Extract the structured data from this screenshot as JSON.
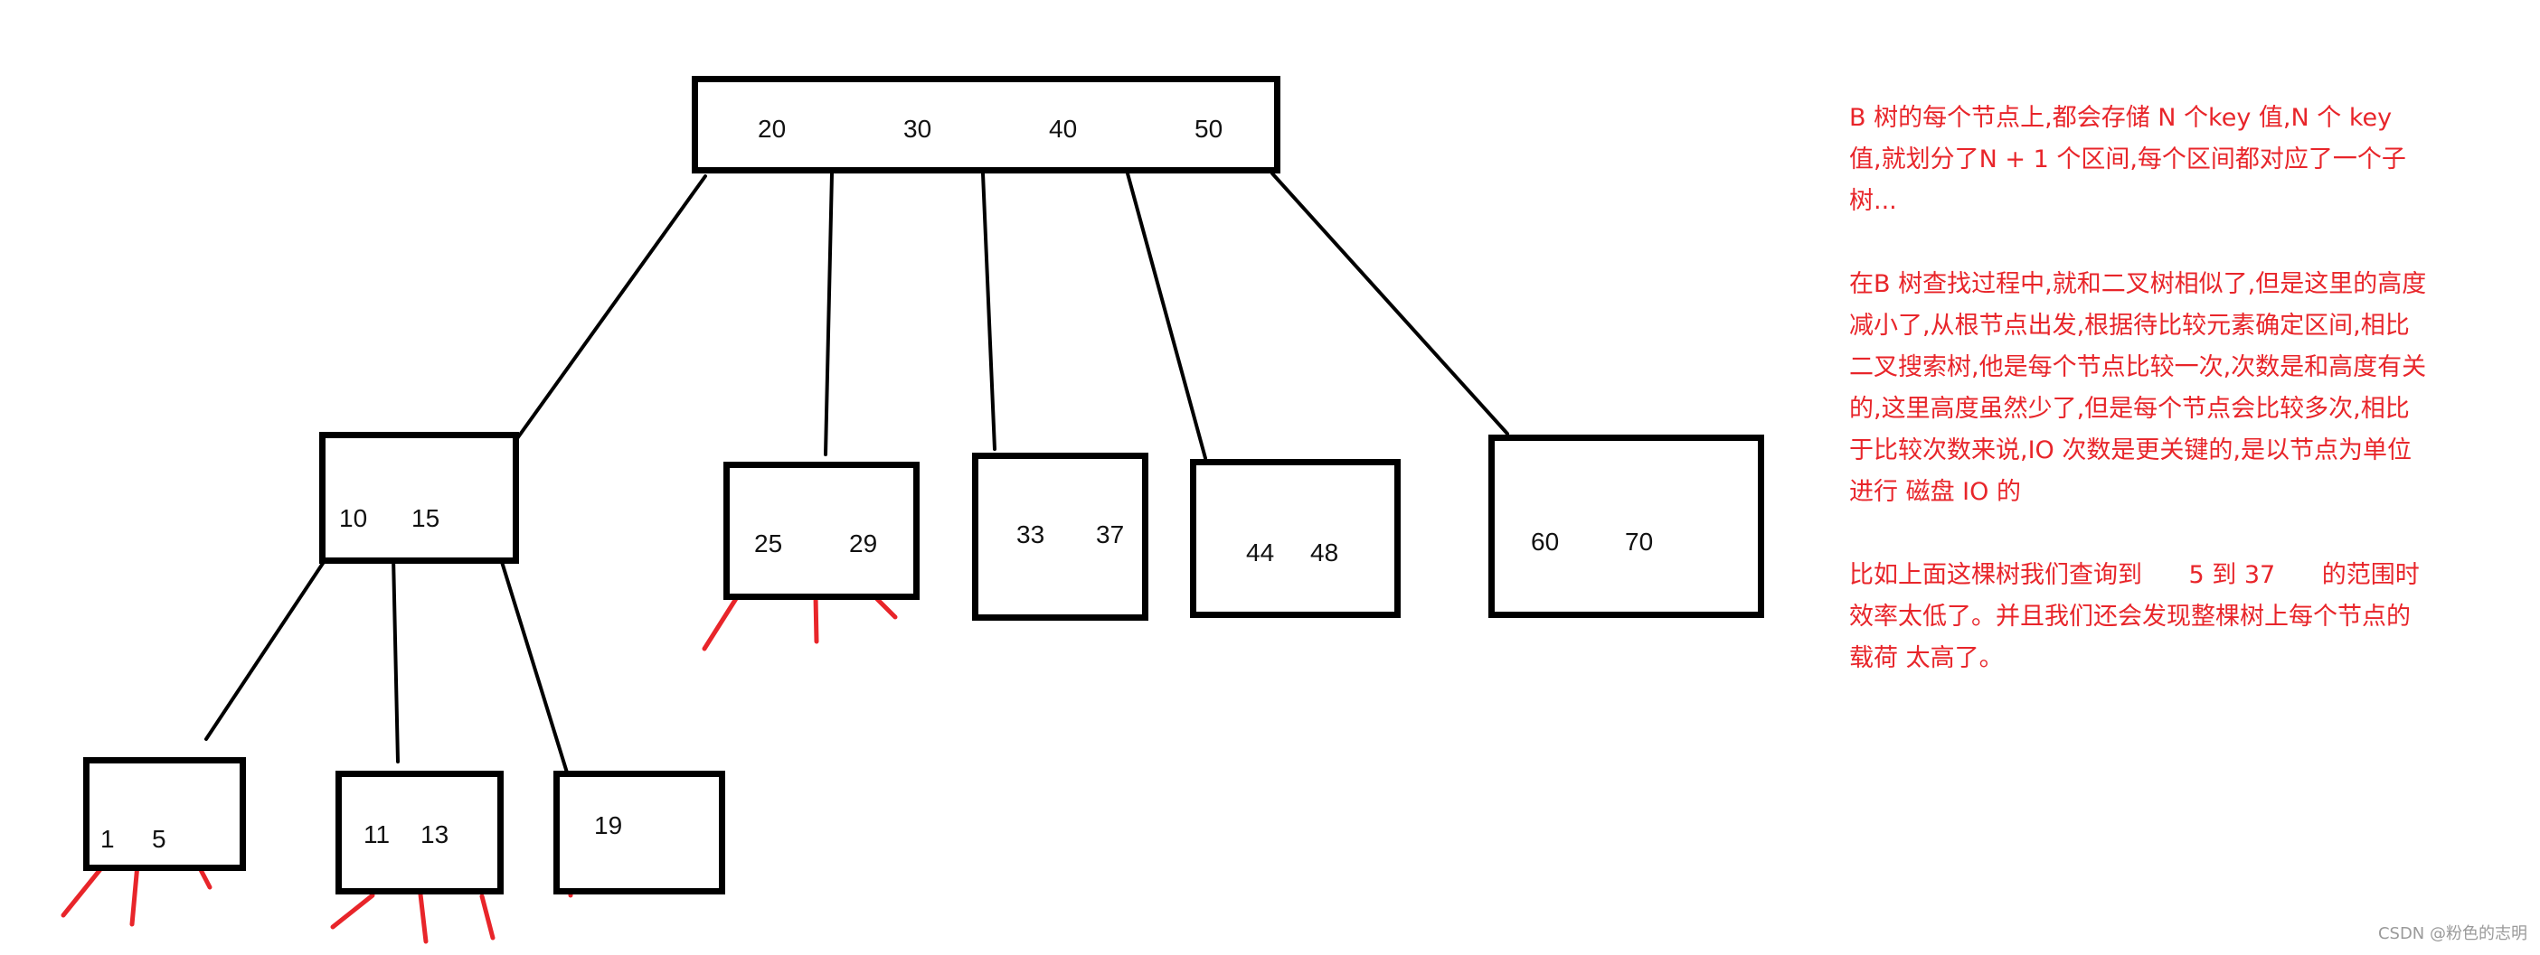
{
  "diagram": {
    "title": "B-tree structure",
    "colors": {
      "node_border": "#000000",
      "edge": "#000000",
      "dangling_pointer": "#e8252a",
      "annotation_text": "#e8252a",
      "watermark": "#9a9a9a"
    },
    "nodes": {
      "root": {
        "keys": [
          "20",
          "30",
          "40",
          "50"
        ]
      },
      "n_10_15": {
        "keys": [
          "10",
          "15"
        ]
      },
      "n_25_29": {
        "keys": [
          "25",
          "29"
        ]
      },
      "n_33_37": {
        "keys": [
          "33",
          "37"
        ]
      },
      "n_44_48": {
        "keys": [
          "44",
          "48"
        ]
      },
      "n_60_70": {
        "keys": [
          "60",
          "70"
        ]
      },
      "leaf_1_5": {
        "keys": [
          "1",
          "5"
        ]
      },
      "leaf_11_13": {
        "keys": [
          "11",
          "13"
        ]
      },
      "leaf_19": {
        "keys": [
          "19"
        ]
      }
    },
    "edges": [
      {
        "from": "root",
        "to": "n_10_15"
      },
      {
        "from": "root",
        "to": "n_25_29"
      },
      {
        "from": "root",
        "to": "n_33_37"
      },
      {
        "from": "root",
        "to": "n_44_48"
      },
      {
        "from": "root",
        "to": "n_60_70"
      },
      {
        "from": "n_10_15",
        "to": "leaf_1_5"
      },
      {
        "from": "n_10_15",
        "to": "leaf_11_13"
      },
      {
        "from": "n_10_15",
        "to": "leaf_19"
      }
    ]
  },
  "annotation": {
    "paragraphs": [
      "B 树的每个节点上,都会存储 N 个key 值,N 个 key 值,就划分了N + 1 个区间,每个区间都对应了一个子树...",
      "在B 树查找过程中,就和二叉树相似了,但是这里的高度减小了,从根节点出发,根据待比较元素确定区间,相比二叉搜索树,他是每个节点比较一次,次数是和高度有关的,这里高度虽然少了,但是每个节点会比较多次,相比于比较次数来说,IO 次数是更关键的,是以节点为单位进行 磁盘 IO 的",
      "比如上面这棵树我们查询到      5 到 37      的范围时效率太低了。并且我们还会发现整棵树上每个节点的 载荷 太高了。"
    ]
  },
  "watermark": {
    "text": "CSDN @粉色的志明"
  }
}
